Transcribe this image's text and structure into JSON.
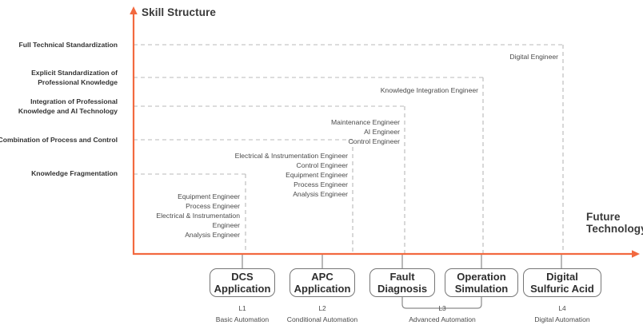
{
  "axes": {
    "y_title": "Skill Structure",
    "x_title_line1": "Future",
    "x_title_line2": "Technology",
    "axis_color": "#F2693F"
  },
  "levels_y": [
    {
      "id": "full-technical-standardization",
      "label": "Full Technical Standardization"
    },
    {
      "id": "explicit-standardization",
      "label": "Explicit Standardization of\nProfessional Knowledge"
    },
    {
      "id": "integration-professional-ai",
      "label": "Integration of Professional\nKnowledge and AI Technology"
    },
    {
      "id": "combination-process-control",
      "label": "Combination of Process and Control"
    },
    {
      "id": "knowledge-fragmentation",
      "label": "Knowledge Fragmentation"
    }
  ],
  "role_clusters": [
    {
      "id": "l1-roles",
      "text": "Equipment Engineer\nProcess Engineer\nElectrical & Instrumentation\nEngineer\nAnalysis Engineer"
    },
    {
      "id": "l2-roles",
      "text": "Electrical & Instrumentation Engineer\nControl Engineer\nEquipment Engineer\nProcess Engineer\nAnalysis Engineer"
    },
    {
      "id": "l3-roles",
      "text": "Maintenance Engineer\nAI Engineer\nControl Engineer"
    },
    {
      "id": "l3b-roles",
      "text": "Knowledge Integration Engineer"
    },
    {
      "id": "l4-roles",
      "text": "Digital Engineer"
    }
  ],
  "nodes": [
    {
      "id": "dcs-application",
      "line1": "DCS",
      "line2": "Application"
    },
    {
      "id": "apc-application",
      "line1": "APC",
      "line2": "Application"
    },
    {
      "id": "fault-diagnosis",
      "line1": "Fault",
      "line2": "Diagnosis"
    },
    {
      "id": "operation-simulation",
      "line1": "Operation",
      "line2": "Simulation"
    },
    {
      "id": "digital-sulfuric-acid",
      "line1": "Digital",
      "line2": "Sulfuric Acid"
    }
  ],
  "maturity_levels": [
    {
      "id": "l1",
      "code": "L1",
      "caption": "Basic Automation"
    },
    {
      "id": "l2",
      "code": "L2",
      "caption": "Conditional Automation"
    },
    {
      "id": "l3",
      "code": "L3",
      "caption": "Advanced Automation"
    },
    {
      "id": "l4",
      "code": "L4",
      "caption": "Digital Automation"
    }
  ]
}
